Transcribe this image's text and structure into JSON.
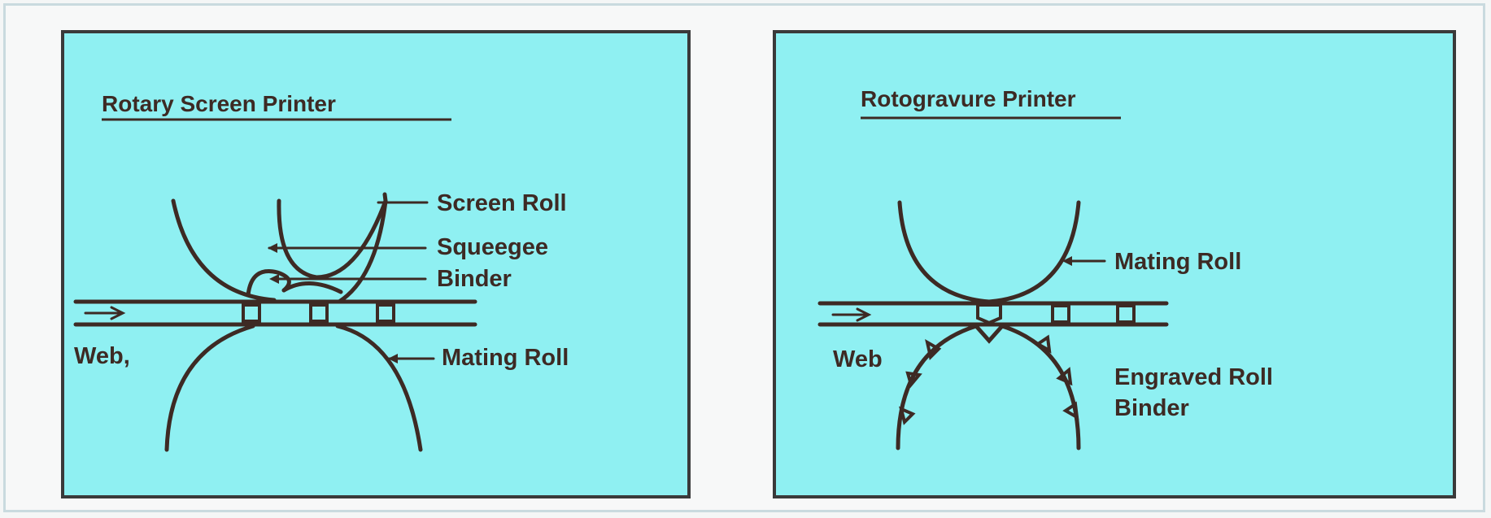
{
  "panels": [
    {
      "title": "Rotary Screen Printer",
      "labels": {
        "screen_roll": "Screen Roll",
        "squeegee": "Squeegee",
        "binder": "Binder",
        "mating_roll": "Mating Roll",
        "web": "Web,"
      }
    },
    {
      "title": "Rotogravure Printer",
      "labels": {
        "mating_roll": "Mating Roll",
        "web": "Web",
        "engraved_roll": "Engraved Roll",
        "binder": "Binder"
      }
    }
  ],
  "colors": {
    "panel_fill": "#8ff0f2",
    "ink": "#3d2a24",
    "border": "#3a3a3a"
  }
}
